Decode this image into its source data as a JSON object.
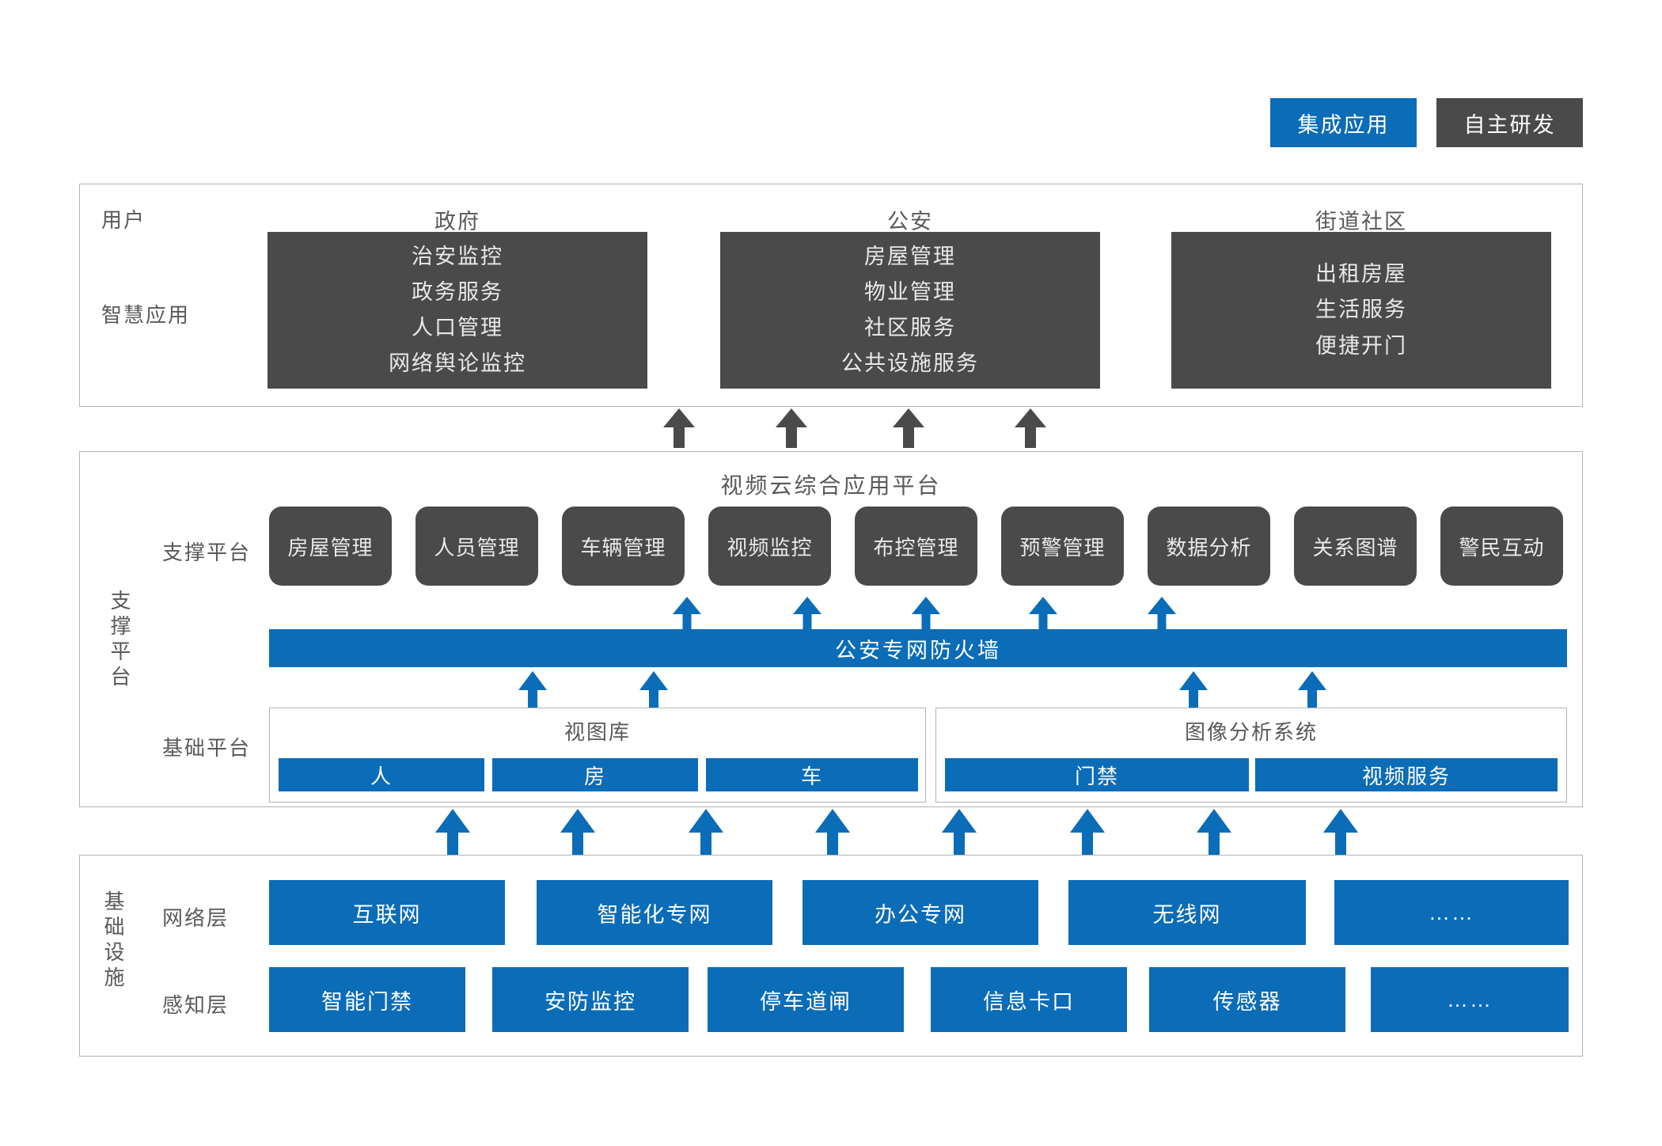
{
  "legend": [
    {
      "label": "集成应用",
      "color": "#0b6cb8",
      "kind": "blue"
    },
    {
      "label": "自主研发",
      "color": "#4a4a4a",
      "kind": "dark"
    }
  ],
  "application_layer": {
    "row_labels": {
      "users": "用户",
      "smart_apps": "智慧应用"
    },
    "columns": [
      {
        "header": "政府",
        "items": [
          "治安监控",
          "政务服务",
          "人口管理",
          "网络舆论监控"
        ]
      },
      {
        "header": "公安",
        "items": [
          "房屋管理",
          "物业管理",
          "社区服务",
          "公共设施服务"
        ]
      },
      {
        "header": "街道社区",
        "items": [
          "出租房屋",
          "生活服务",
          "便捷开门"
        ]
      }
    ]
  },
  "support_layer": {
    "side_label": "支撑平台",
    "platform_title": "视频云综合应用平台",
    "support_row_label": "支撑平台",
    "base_row_label": "基础平台",
    "modules": [
      "房屋管理",
      "人员管理",
      "车辆管理",
      "视频监控",
      "布控管理",
      "预警管理",
      "数据分析",
      "关系图谱",
      "警民互动"
    ],
    "firewall": "公安专网防火墙",
    "base_groups": [
      {
        "title": "视图库",
        "items": [
          "人",
          "房",
          "车"
        ]
      },
      {
        "title": "图像分析系统",
        "items": [
          "门禁",
          "视频服务"
        ]
      }
    ]
  },
  "infrastructure_layer": {
    "side_label": "基础设施",
    "rows": [
      {
        "label": "网络层",
        "items": [
          "互联网",
          "智能化专网",
          "办公专网",
          "无线网",
          "……"
        ]
      },
      {
        "label": "感知层",
        "items": [
          "智能门禁",
          "安防监控",
          "停车道闸",
          "信息卡口",
          "传感器",
          "……"
        ]
      }
    ]
  },
  "colors": {
    "blue": "#0b6cb8",
    "dark_gray": "#4a4a4a",
    "panel_border": "#b3b3b3",
    "text_gray": "#58595b",
    "arrow_dark": "#4a4a4a",
    "arrow_blue": "#0b6cb8"
  }
}
